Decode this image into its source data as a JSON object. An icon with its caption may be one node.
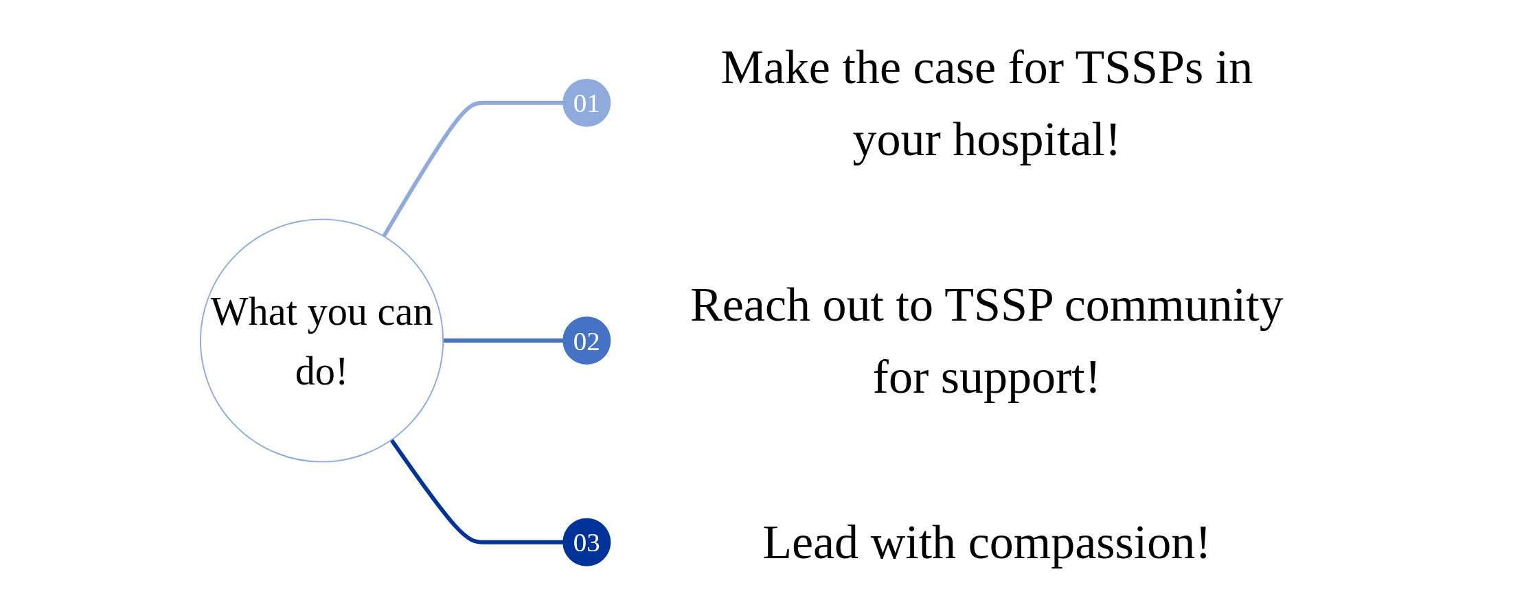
{
  "diagram": {
    "nodes": [
      {
        "text": [
          "What you can do!"
        ]
      },
      {
        "text": [
          "01"
        ],
        "beside": [
          "Make the case for TSSPs in your hospital!"
        ]
      },
      {
        "text": [
          "02"
        ],
        "beside": [
          "Reach out to TSSP community for support!"
        ]
      },
      {
        "text": [
          "03"
        ],
        "beside": [
          "Lead with compassion!"
        ]
      }
    ],
    "edges": [
      {
        "from": 0,
        "to": 1,
        "arrow": "none",
        "color": "#8faadc"
      },
      {
        "from": 0,
        "to": 2,
        "arrow": "none",
        "color": "#4472c4"
      },
      {
        "from": 0,
        "to": 3,
        "arrow": "none",
        "color": "#003399"
      }
    ]
  }
}
